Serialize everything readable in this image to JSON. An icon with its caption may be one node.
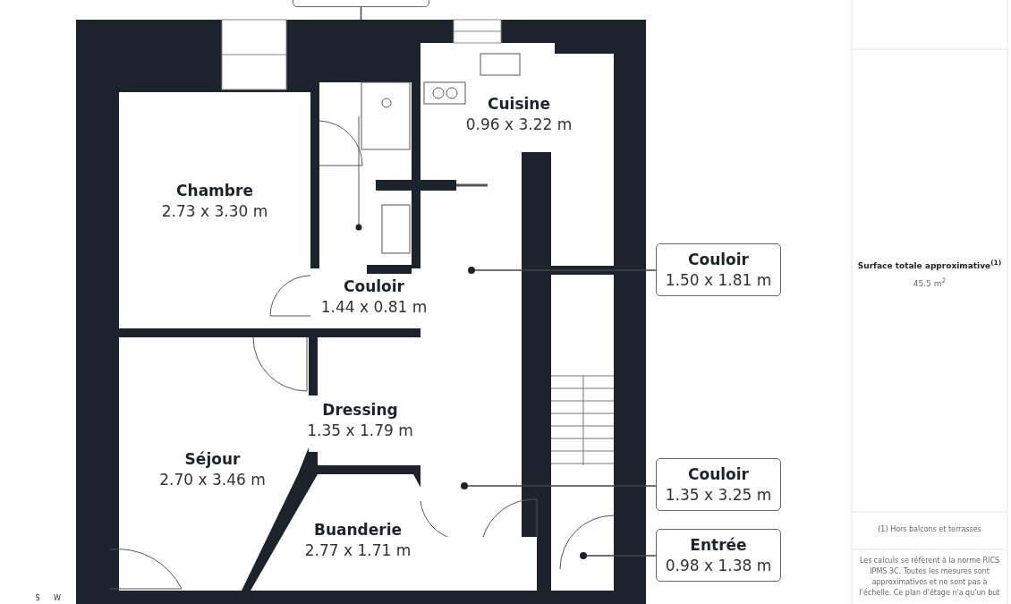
{
  "diagram": {
    "nodes": [
      {
        "text": [],
        "shape": "box"
      },
      {
        "text": [
          "Cuisine",
          "0.96 x 3.22 m"
        ]
      },
      {
        "text": [
          "Chambre",
          "2.73 x 3.30 m"
        ]
      },
      {
        "text": [
          "Couloir",
          "1.44 x 0.81 m"
        ]
      },
      {
        "text": [
          "Couloir",
          "1.50 x 1.81 m"
        ]
      },
      {
        "text": [],
        "shape": "circle"
      },
      {
        "text": [
          "Dressing",
          "1.35 x 1.79 m"
        ]
      },
      {
        "text": [
          "Séjour",
          "2.70 x 3.46 m"
        ]
      },
      {
        "text": [
          "Couloir",
          "1.35 x 3.25 m"
        ]
      },
      {
        "text": [],
        "shape": "circle"
      },
      {
        "text": [
          "Buanderie",
          "2.77 x 1.71 m"
        ]
      },
      {
        "text": [
          "Entrée",
          "0.98 x 1.38 m"
        ]
      },
      {
        "text": [],
        "shape": "circle"
      }
    ],
    "edges": [
      {
        "from": 0,
        "to": null,
        "arrow": "none"
      },
      {
        "from": 4,
        "to": 5,
        "arrow": "none"
      },
      {
        "from": 8,
        "to": 9,
        "arrow": "none"
      },
      {
        "from": 11,
        "to": 12,
        "arrow": "none"
      }
    ],
    "labels": [
      "Surface totale approximative$^{(1)}$",
      "45.5 m$^{2}$",
      "(1) Hors balcons et terrasses",
      "Les calculs se réfèrent à la norme RICS IPMS 3C. Toutes les mesures sont approximatives et ne sont pas à l'échelle. Ce plan d'étage n'a qu'un but",
      "S",
      "W"
    ]
  }
}
